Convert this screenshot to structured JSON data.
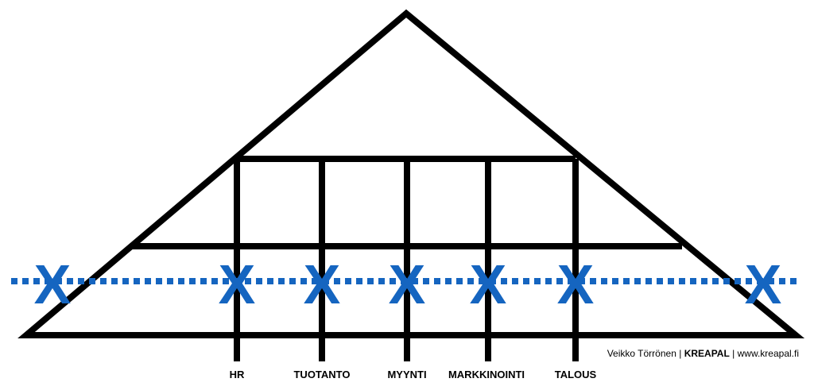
{
  "diagram": {
    "departments": [
      "HR",
      "TUOTANTO",
      "MYYNTI",
      "MARKKINOINTI",
      "TALOUS"
    ],
    "marker": "X",
    "marker_count": 7,
    "colors": {
      "structure": "#000000",
      "accent": "#1565C0"
    }
  },
  "credit": {
    "author": "Veikko Törrönen",
    "separator": "|",
    "brand": "KREAPAL",
    "website": "www.kreapal.fi"
  }
}
